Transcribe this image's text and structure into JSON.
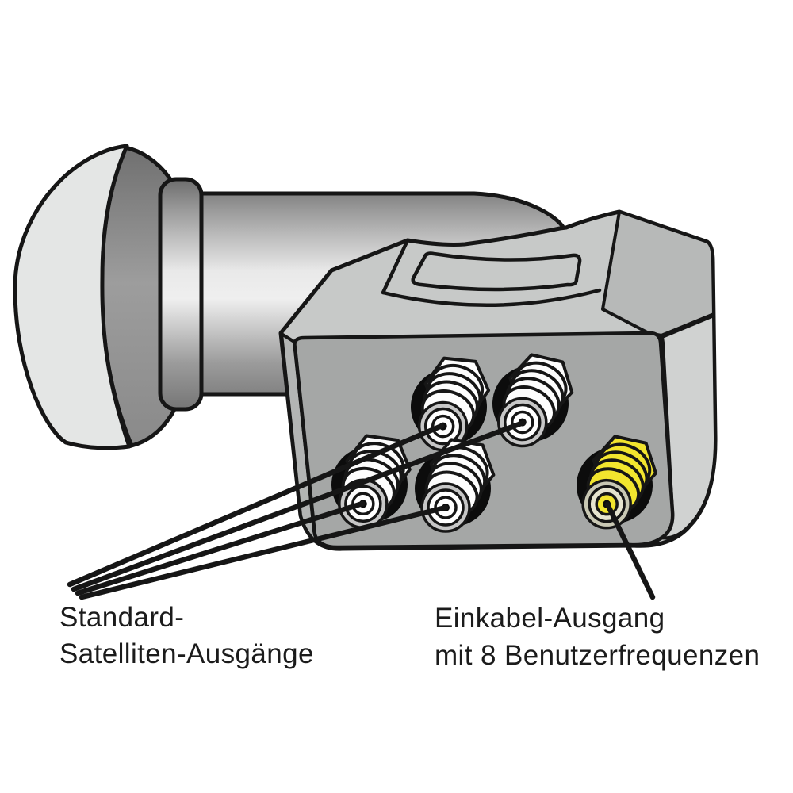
{
  "diagram": {
    "type": "product-illustration",
    "subject": "satellite-lnb-rear-connector-view",
    "background": "#ffffff",
    "outline_color": "#161616",
    "accent_yellow": "#f2e52e",
    "labels": {
      "standard_line1": "Standard-",
      "standard_line2": "Satelliten-Ausgänge",
      "single_cable_line1": "Einkabel-Ausgang",
      "single_cable_line2": "mit 8 Benutzerfrequenzen"
    },
    "connectors": {
      "standard_output_count": 4,
      "standard_output_color": "#fdfdfd",
      "single_cable_output_count": 1,
      "single_cable_output_color": "#f2e52e"
    },
    "leader_lines": {
      "to_standard_outputs": 4,
      "to_single_cable_output": 1
    }
  }
}
